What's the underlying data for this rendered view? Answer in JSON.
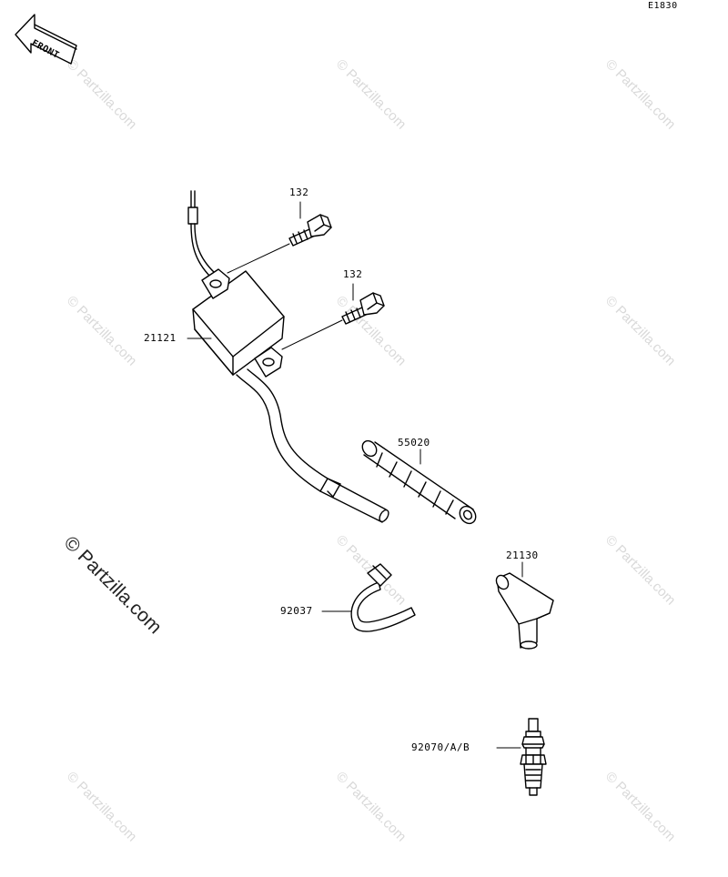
{
  "diagram_code": "E1830",
  "front_label": "FRONT",
  "watermark_text": "© Partzilla.com",
  "callouts": {
    "bolt_upper": "132",
    "bolt_lower": "132",
    "ignition_coil": "21121",
    "tube": "55020",
    "plug_cap": "21130",
    "clamp": "92037",
    "spark_plug": "92070/A/B"
  }
}
